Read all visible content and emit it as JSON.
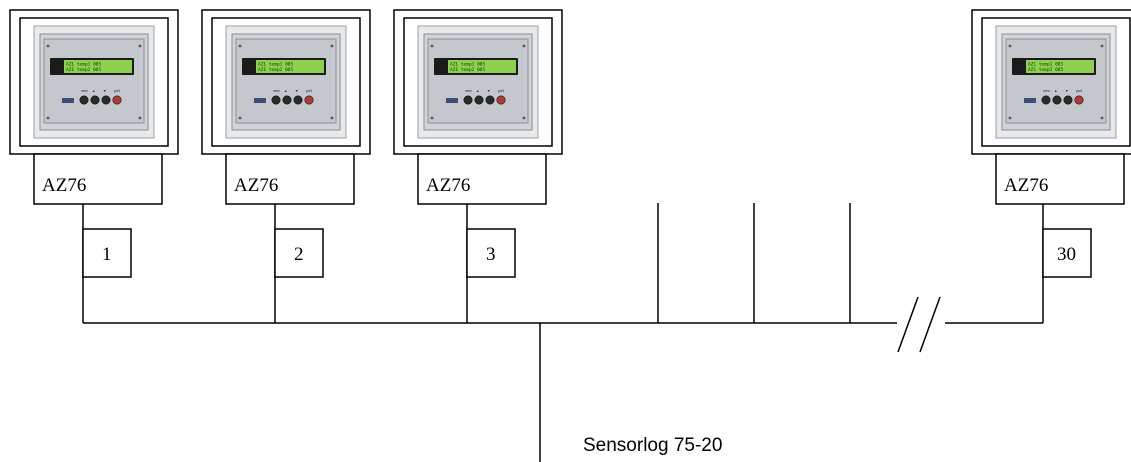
{
  "devices": [
    {
      "model": "AZ76",
      "address": "1",
      "lcd": [
        "AZ1 temp1 085",
        "AZ1 temp2 085"
      ],
      "buttons": [
        "men",
        "▲",
        "▼",
        "pw1"
      ]
    },
    {
      "model": "AZ76",
      "address": "2",
      "lcd": [
        "AZ1 temp1 085",
        "AZ1 temp2 085"
      ],
      "buttons": [
        "men",
        "▲",
        "▼",
        "pw1"
      ]
    },
    {
      "model": "AZ76",
      "address": "3",
      "lcd": [
        "AZ1 temp1 085",
        "AZ1 temp2 085"
      ],
      "buttons": [
        "men",
        "▲",
        "▼",
        "pw1"
      ]
    },
    {
      "model": "AZ76",
      "address": "30",
      "lcd": [
        "AZ1 temp1 085",
        "AZ1 temp2 085"
      ],
      "buttons": [
        "men",
        "▲",
        "▼",
        "pw1"
      ]
    }
  ],
  "logger": {
    "label": "Sensorlog  75-20"
  },
  "colors": {
    "lcd": "#8fd14f",
    "panel": "#cfd3d6",
    "red_button": "#b23a3a"
  }
}
